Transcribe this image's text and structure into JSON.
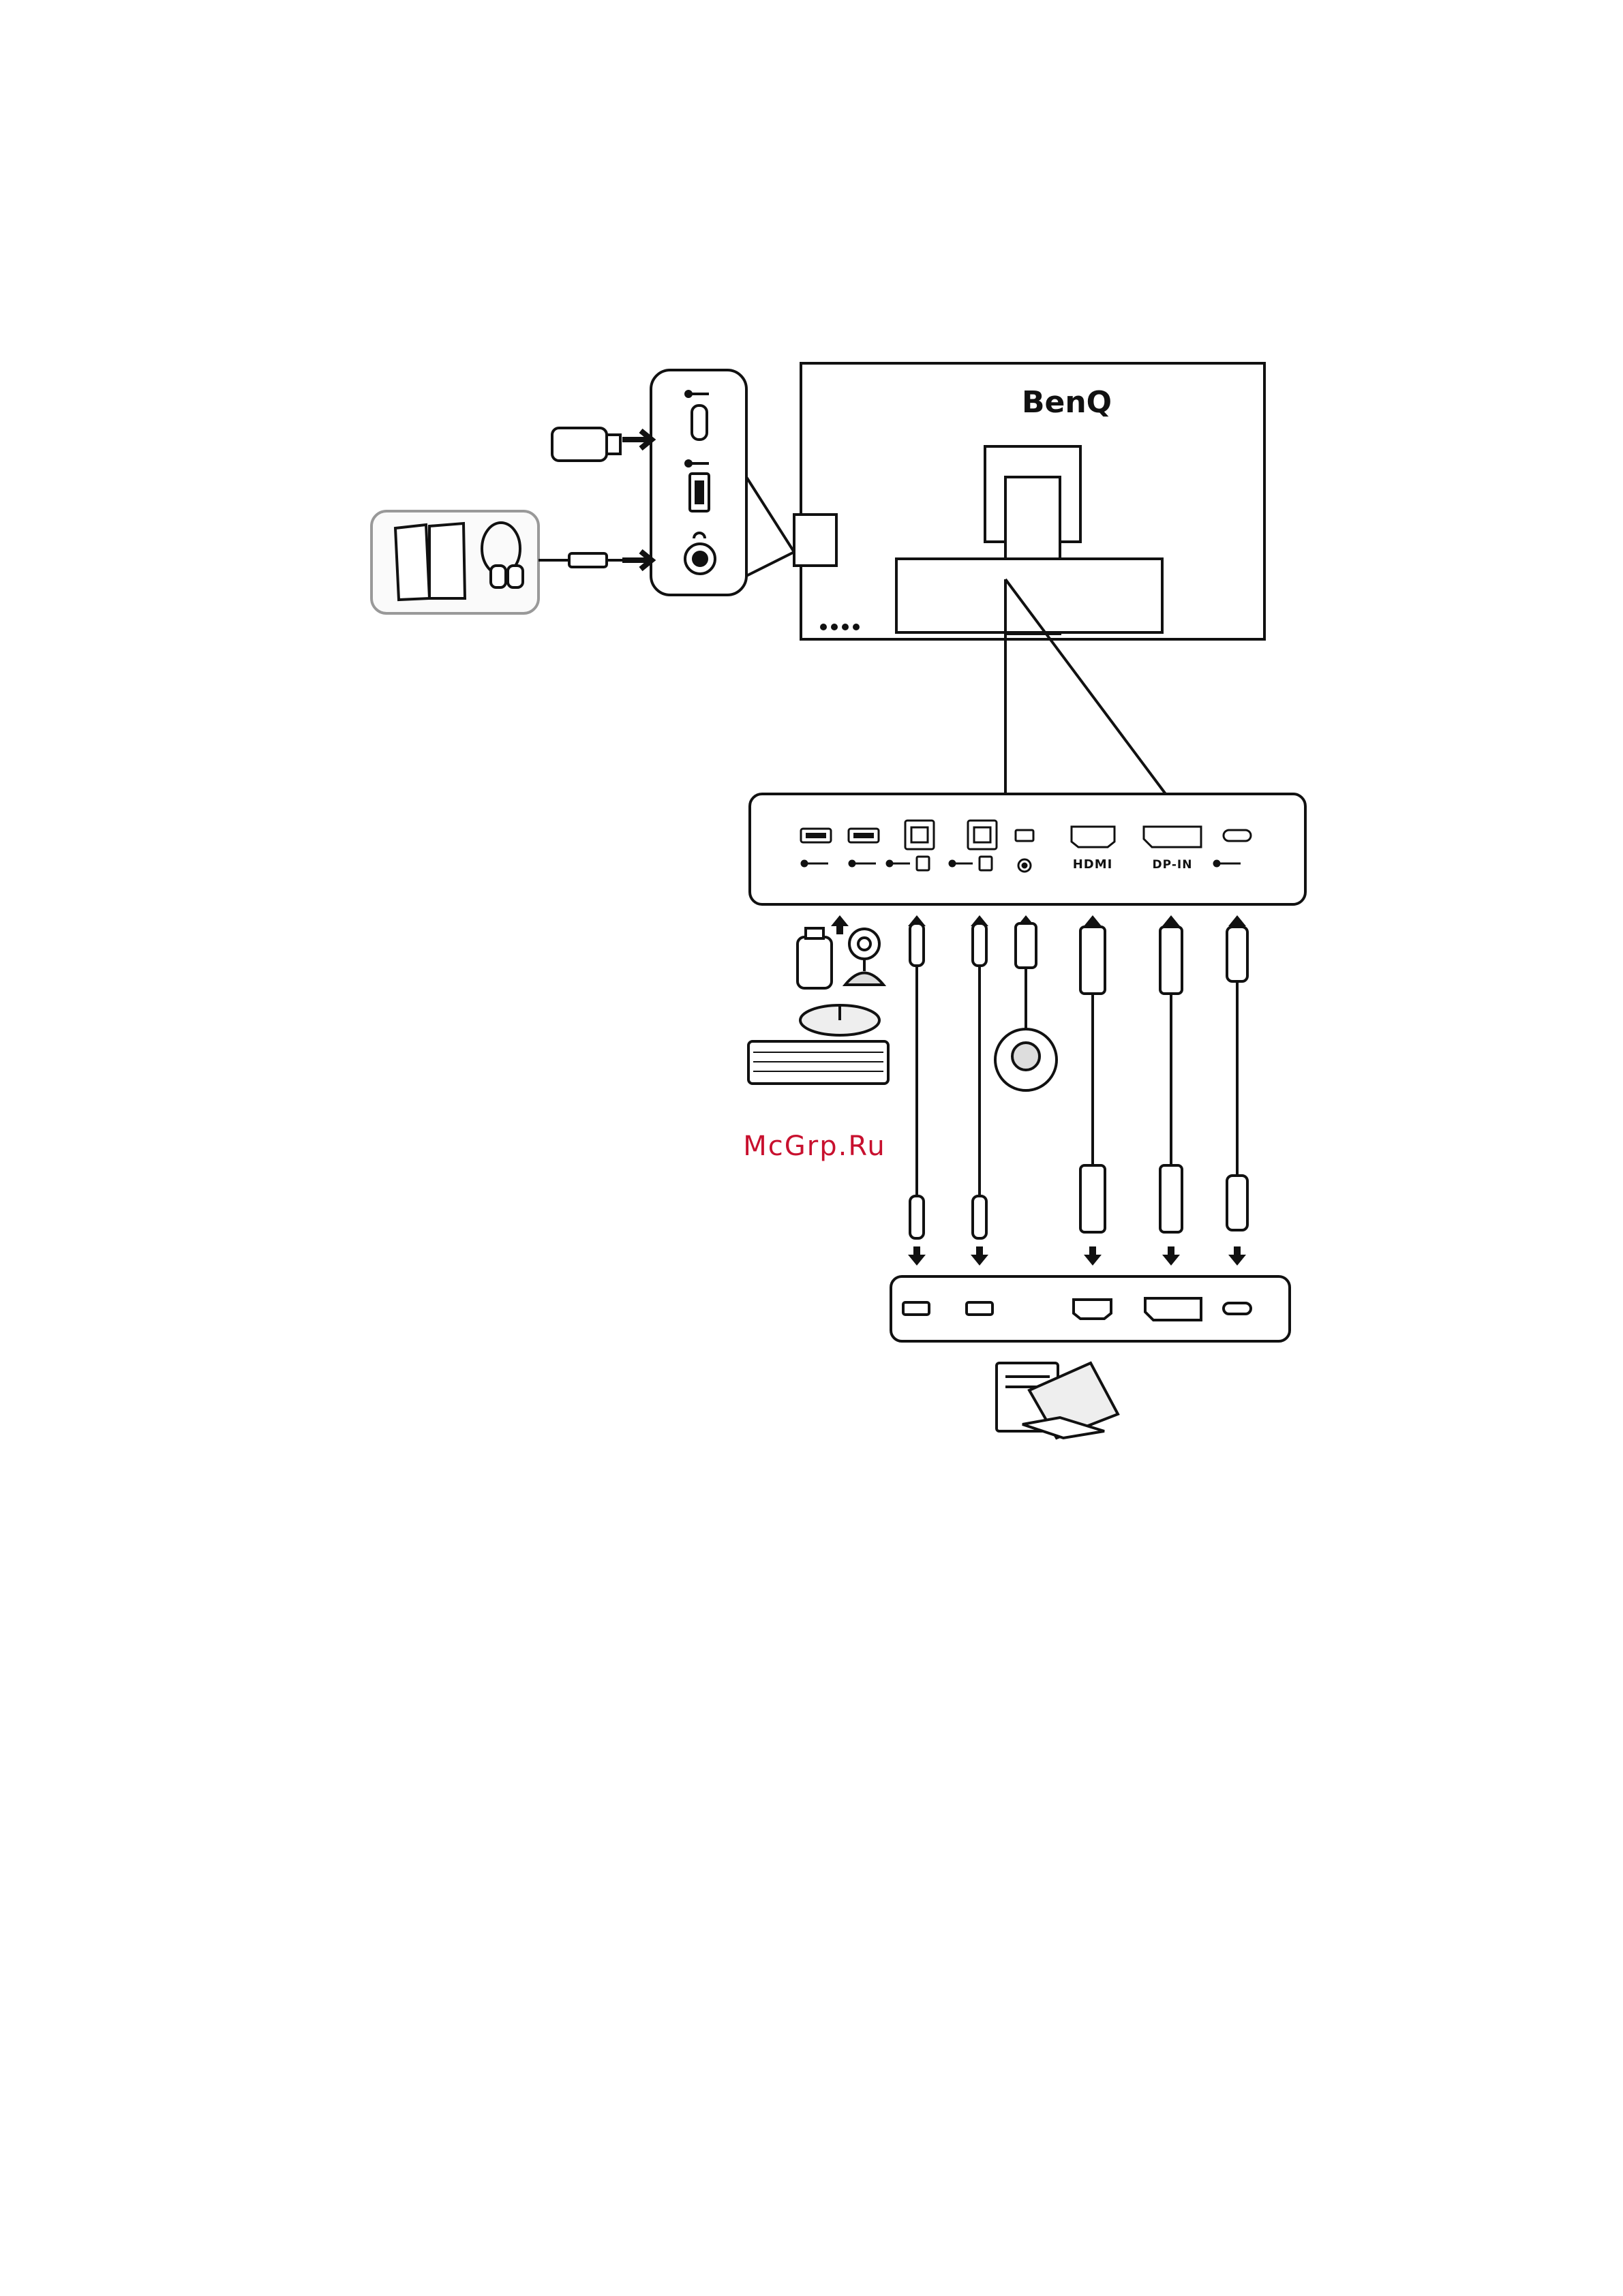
{
  "brand": "BenQ",
  "watermark": "McGrp.Ru",
  "port_labels": {
    "hdmi": "HDMI",
    "dp_in": "DP-IN"
  },
  "icons": {
    "usb": "usb-icon",
    "headphone": "headphone-icon",
    "audio_out": "audio-out-icon",
    "kvm_b": "usb-b-upstream-icon"
  },
  "colors": {
    "line": "#1a1a1a",
    "watermark": "#c8102e",
    "device_fill": "#e6e6e6"
  }
}
